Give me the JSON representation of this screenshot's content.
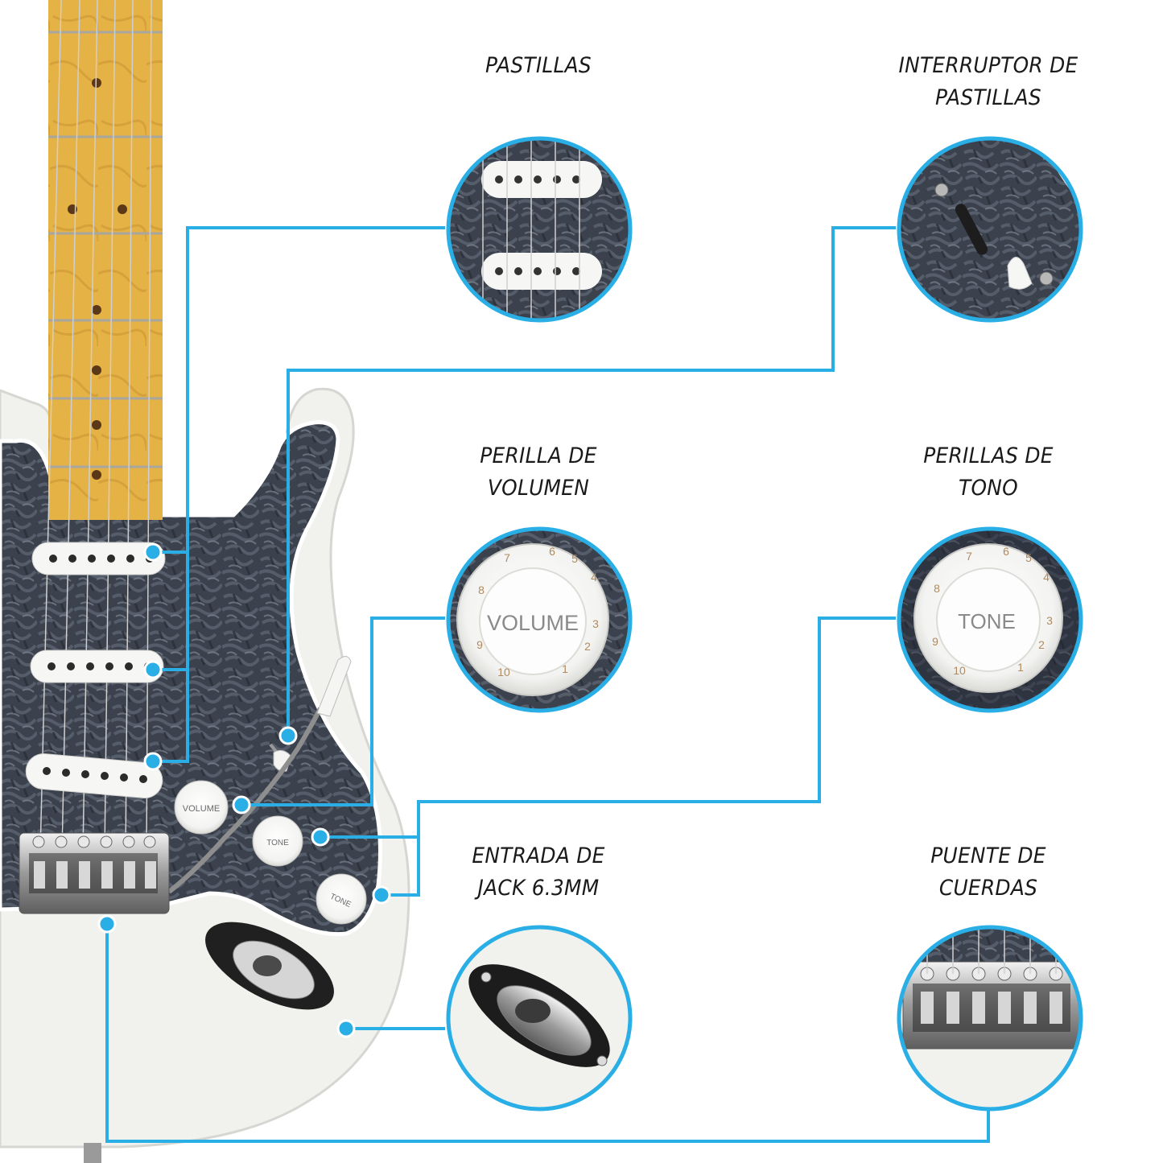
{
  "colors": {
    "accent": "#29aee6",
    "body": "#f1f1ee",
    "pickguard": "#3d4450",
    "neck": "#e6b64b",
    "pickup": "#f6f6f4",
    "chrome": "#b5b5b5"
  },
  "callouts": {
    "pickups": {
      "lines": [
        "PASTILLAS"
      ]
    },
    "switch": {
      "lines": [
        "INTERRUPTOR DE",
        "PASTILLAS"
      ]
    },
    "volume": {
      "lines": [
        "PERILLA DE",
        "VOLUMEN"
      ]
    },
    "tone": {
      "lines": [
        "PERILLAS DE",
        "TONO"
      ]
    },
    "jack": {
      "lines": [
        "ENTRADA DE",
        "JACK 6.3MM"
      ]
    },
    "bridge": {
      "lines": [
        "PUENTE DE",
        "CUERDAS"
      ]
    }
  },
  "knobs": {
    "volume_text": "VOLUME",
    "tone_text": "TONE",
    "scale": [
      "1",
      "2",
      "3",
      "4",
      "5",
      "6",
      "7",
      "8",
      "9",
      "10"
    ]
  },
  "icons": [
    "guitar-illustration",
    "pickup-closeup",
    "switch-closeup",
    "volume-knob-closeup",
    "tone-knob-closeup",
    "jack-closeup",
    "bridge-closeup"
  ]
}
